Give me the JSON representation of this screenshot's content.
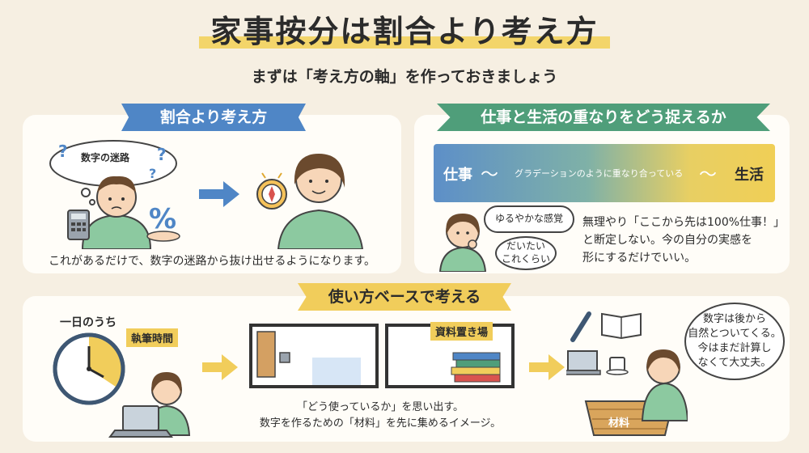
{
  "title": "家事按分は割合より考え方",
  "subtitle": "まずは「考え方の軸」を作っておきましょう",
  "section1": {
    "heading": "割合より考え方",
    "maze_label": "数字の迷路",
    "percent_symbol": "%",
    "caption": "これがあるだけで、数字の迷路から抜け出せるようになります。"
  },
  "section2": {
    "heading": "仕事と生活の重なりをどう捉えるか",
    "bar_left": "仕事",
    "bar_middle": "グラデーションのように重なり合っている",
    "bar_right": "生活",
    "bubble_loose": "ゆるやかな感覚",
    "bubble_approx_line1": "だいたい",
    "bubble_approx_line2": "これくらい",
    "text_line1": "無理やり「ここから先は100%仕事！」",
    "text_line2": "と断定しない。今の自分の実感を",
    "text_line3": "形にするだけでいい。"
  },
  "section3": {
    "heading": "使い方ベースで考える",
    "day_label": "一日のうち",
    "writing_time": "執筆時間",
    "storage_label": "資料置き場",
    "caption_line1": "「どう使っているか」を思い出す。",
    "caption_line2": "数字を作るための「材料」を先に集めるイメージ。",
    "materials_label": "材料",
    "speech_line1": "数字は後から",
    "speech_line2": "自然とついてくる。",
    "speech_line3": "今はまだ計算し",
    "speech_line4": "なくて大丈夫。"
  },
  "colors": {
    "background": "#f6efe2",
    "blue": "#4f86c6",
    "green": "#4f9e7a",
    "yellow": "#f1cd5b",
    "highlight": "#f3d56a"
  },
  "icons": [
    "calculator-icon",
    "compass-icon",
    "clock-icon",
    "laptop-icon",
    "book-stack-icon",
    "pen-icon",
    "open-book-icon",
    "coffee-icon",
    "basket-icon",
    "arrow-right-icon"
  ]
}
